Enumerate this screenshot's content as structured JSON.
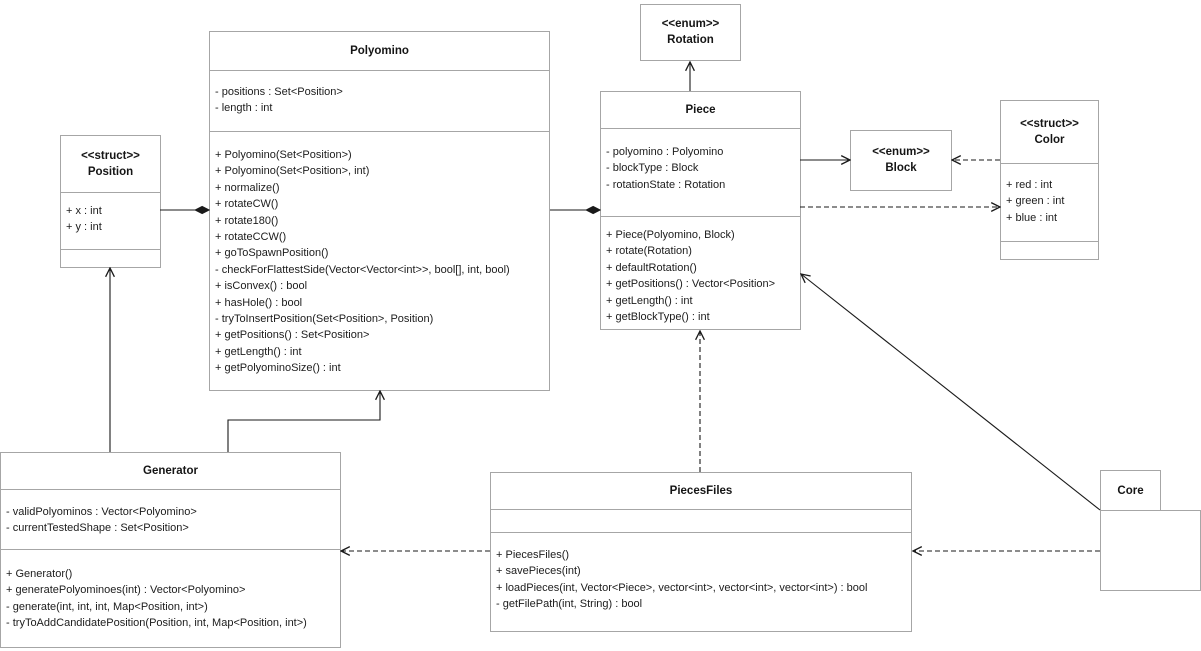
{
  "diagram": {
    "type": "uml-class-diagram",
    "classes": [
      {
        "key": "polyomino",
        "stereotype": "",
        "name": "Polyomino",
        "attributes": [
          "- positions : Set<Position>",
          "- length : int"
        ],
        "methods": [
          "+ Polyomino(Set<Position>)",
          "+ Polyomino(Set<Position>, int)",
          "+ normalize()",
          "+ rotateCW()",
          "+ rotate180()",
          "+ rotateCCW()",
          "+ goToSpawnPosition()",
          "- checkForFlattestSide(Vector<Vector<int>>, bool[], int, bool)",
          "+ isConvex() : bool",
          "+ hasHole() : bool",
          "- tryToInsertPosition(Set<Position>, Position)",
          "+ getPositions() : Set<Position>",
          "+ getLength() : int",
          "+ getPolyominoSize() : int"
        ]
      },
      {
        "key": "rotation",
        "stereotype": "<<enum>>",
        "name": "Rotation",
        "attributes": [],
        "methods": []
      },
      {
        "key": "piece",
        "stereotype": "",
        "name": "Piece",
        "attributes": [
          "- polyomino : Polyomino",
          "- blockType : Block",
          "- rotationState : Rotation"
        ],
        "methods": [
          "+ Piece(Polyomino, Block)",
          "+ rotate(Rotation)",
          "+ defaultRotation()",
          "+ getPositions() : Vector<Position>",
          "+ getLength() : int",
          "+ getBlockType() : int"
        ]
      },
      {
        "key": "block",
        "stereotype": "<<enum>>",
        "name": "Block",
        "attributes": [],
        "methods": []
      },
      {
        "key": "color",
        "stereotype": "<<struct>>",
        "name": "Color",
        "attributes": [
          "+ red : int",
          "+ green : int",
          "+ blue : int"
        ],
        "methods": []
      },
      {
        "key": "position",
        "stereotype": "<<struct>>",
        "name": "Position",
        "attributes": [
          "+ x : int",
          "+ y : int"
        ],
        "methods": []
      },
      {
        "key": "generator",
        "stereotype": "",
        "name": "Generator",
        "attributes": [
          "- validPolyominos : Vector<Polyomino>",
          "- currentTestedShape : Set<Position>"
        ],
        "methods": [
          "+ Generator()",
          "+ generatePolyominoes(int) : Vector<Polyomino>",
          "- generate(int, int, int, Map<Position, int>)",
          "- tryToAddCandidatePosition(Position, int, Map<Position, int>)"
        ]
      },
      {
        "key": "piecesfiles",
        "stereotype": "",
        "name": "PiecesFiles",
        "attributes": [],
        "methods": [
          "+ PiecesFiles()",
          "+ savePieces(int)",
          "+ loadPieces(int, Vector<Piece>, vector<int>, vector<int>, vector<int>) : bool",
          "- getFilePath(int, String) : bool"
        ]
      }
    ],
    "package": {
      "name": "Core"
    },
    "relationships": [
      {
        "from": "Position",
        "to": "Polyomino",
        "type": "composition",
        "line": "solid",
        "marker": "filled-diamond"
      },
      {
        "from": "Polyomino",
        "to": "Piece",
        "type": "composition",
        "line": "solid",
        "marker": "filled-diamond"
      },
      {
        "from": "Piece",
        "to": "Rotation",
        "type": "association",
        "line": "solid",
        "marker": "open-arrow"
      },
      {
        "from": "Piece",
        "to": "Block",
        "type": "association",
        "line": "solid",
        "marker": "open-arrow"
      },
      {
        "from": "Color",
        "to": "Block",
        "type": "dependency",
        "line": "dashed",
        "marker": "open-arrow"
      },
      {
        "from": "Piece",
        "to": "Color",
        "type": "dependency",
        "line": "dashed",
        "marker": "open-arrow"
      },
      {
        "from": "Generator",
        "to": "Position",
        "type": "association",
        "line": "solid",
        "marker": "open-arrow"
      },
      {
        "from": "Generator",
        "to": "Polyomino",
        "type": "association",
        "line": "solid",
        "marker": "open-arrow"
      },
      {
        "from": "PiecesFiles",
        "to": "Piece",
        "type": "dependency",
        "line": "dashed",
        "marker": "open-arrow"
      },
      {
        "from": "PiecesFiles",
        "to": "Generator",
        "type": "dependency",
        "line": "dashed",
        "marker": "open-arrow"
      },
      {
        "from": "Core",
        "to": "PiecesFiles",
        "type": "dependency",
        "line": "dashed",
        "marker": "open-arrow"
      },
      {
        "from": "Core",
        "to": "Piece",
        "type": "association",
        "line": "solid",
        "marker": "open-arrow"
      }
    ]
  }
}
